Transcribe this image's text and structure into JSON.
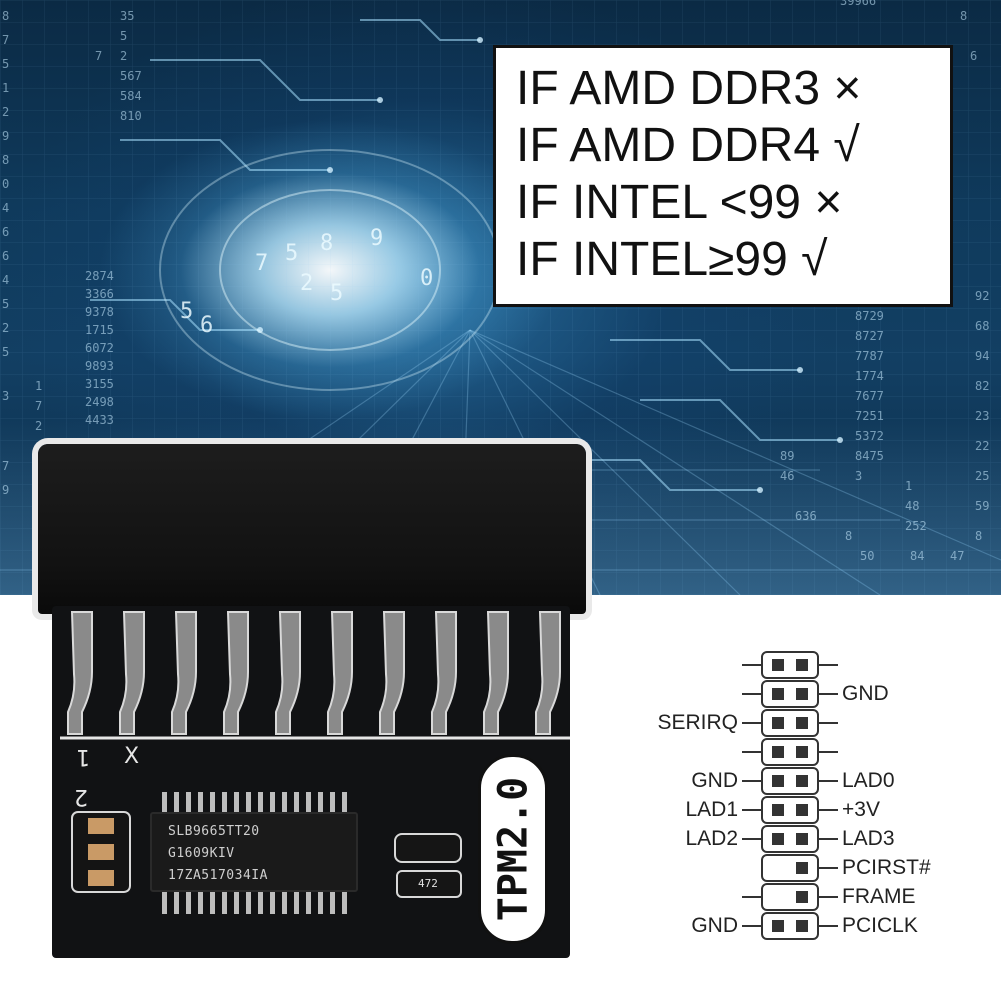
{
  "info_box": {
    "lines": [
      "IF AMD DDR3 ×",
      "IF AMD DDR4 √",
      "IF INTEL <99 ×",
      "IF INTEL≥99 √"
    ]
  },
  "module": {
    "pin_label_1": "1",
    "pin_label_x": "X",
    "pin_label_2": "2",
    "chip_lines": [
      "SLB9665TT20",
      "G1609KIV",
      "17ZA517034IA"
    ],
    "tpm_label": "TPM2.0",
    "resistor_code": "472"
  },
  "pinout": {
    "left_labels": [
      {
        "text": "SERIRQ",
        "row": 2
      },
      {
        "text": "GND",
        "row": 4
      },
      {
        "text": "LAD1",
        "row": 5
      },
      {
        "text": "LAD2",
        "row": 6
      },
      {
        "text": "GND",
        "row": 9
      }
    ],
    "right_labels": [
      {
        "text": "GND",
        "row": 1
      },
      {
        "text": "LAD0",
        "row": 4
      },
      {
        "text": "+3V",
        "row": 5
      },
      {
        "text": "LAD3",
        "row": 6
      },
      {
        "text": "PCIRST#",
        "row": 7
      },
      {
        "text": "FRAME",
        "row": 8
      },
      {
        "text": "PCICLK",
        "row": 9
      }
    ]
  }
}
